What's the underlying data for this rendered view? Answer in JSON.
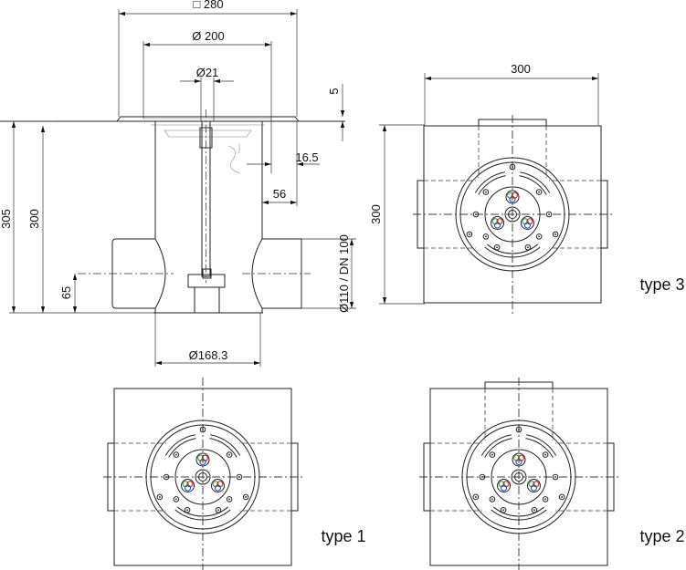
{
  "dimensions": {
    "flange_square": "□ 280",
    "flange_diameter": "Ø 200",
    "rod_diameter": "Ø21",
    "flange_thickness": "5",
    "edge_offset": "16.5",
    "pipe_offset": "56",
    "total_height": "305",
    "body_height": "300",
    "pipe_axis_height": "65",
    "pipe_diameter": "Ø110 / DN 100",
    "body_diameter": "Ø168.3",
    "top_width": "300",
    "top_height": "300"
  },
  "types": {
    "type1": "type 1",
    "type2": "type 2",
    "type3": "type 3"
  },
  "colors": {
    "green": "#3a9a3a",
    "red": "#d02020",
    "blue": "#2050c0"
  }
}
